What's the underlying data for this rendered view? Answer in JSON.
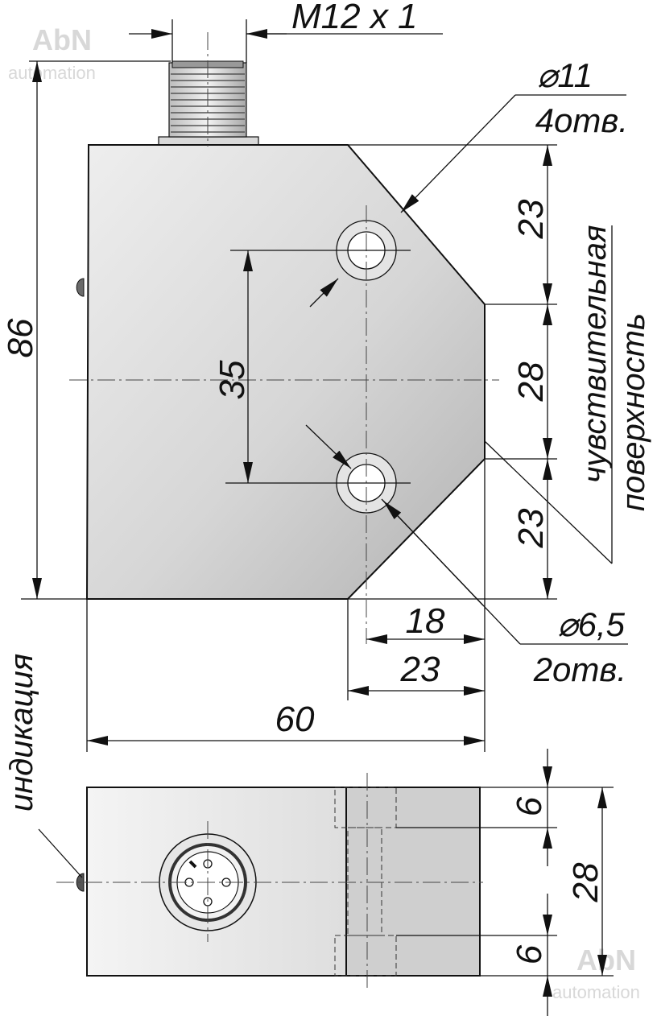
{
  "thread": "M12 x 1",
  "watermark": {
    "brand": "AbN",
    "tagline": "automation"
  },
  "holes_large": {
    "diameter": "⌀11",
    "count": "4отв."
  },
  "holes_small": {
    "diameter": "⌀6,5",
    "count": "2отв."
  },
  "sensing_surface": {
    "line1": "чувствительная",
    "line2": "поверхность"
  },
  "indication": "индикация",
  "dims": {
    "height_total": "86",
    "hole_spacing": "35",
    "right_top": "23",
    "right_middle": "28",
    "right_bottom": "23",
    "bottom_18": "18",
    "bottom_23": "23",
    "width_total": "60",
    "side_top": "6",
    "side_total": "28",
    "side_bottom": "6"
  },
  "colors": {
    "body_light": "#f4f4f4",
    "body_dark": "#b4b4b4",
    "line": "#111111"
  }
}
